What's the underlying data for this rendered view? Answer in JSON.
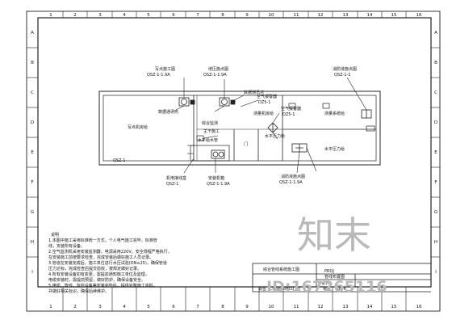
{
  "frame": {
    "top_numbers": [
      "1",
      "2",
      "3",
      "4",
      "5",
      "6",
      "7",
      "8",
      "9",
      "10",
      "11",
      "12",
      "13",
      "14",
      "15",
      "16"
    ],
    "bottom_numbers": [
      "1",
      "2",
      "3",
      "4",
      "5",
      "6",
      "7",
      "8",
      "9",
      "10",
      "11",
      "12",
      "13",
      "14",
      "15",
      "16"
    ],
    "left_letters": [
      "A",
      "B",
      "C",
      "D",
      "E",
      "F",
      "G",
      "H",
      "I"
    ],
    "right_letters": [
      "A",
      "B",
      "C",
      "D",
      "E",
      "F",
      "G",
      "H",
      "I"
    ]
  },
  "callouts": {
    "c1": {
      "l1": "写点施工图",
      "l2": "QSZ-1-1.9A"
    },
    "c2": {
      "l1": "增压施点图",
      "l2": "QSZ-1-1.9A"
    },
    "c3": {
      "l1": "数据通讯点",
      "l2": ""
    },
    "c4": {
      "l1": "数据通讯点",
      "l2": ""
    },
    "c5": {
      "l1": "机电接线盒",
      "l2": "QSZ-1"
    },
    "c6": {
      "l1": "安装机箱",
      "l2": "QSZ-1-1.9A"
    },
    "c7": {
      "l1": "空气报警器",
      "l2": "DZ5-1"
    },
    "c8": {
      "l1": "空气报警器",
      "l2": "DZ5-1"
    },
    "c9": {
      "l1": "消防液施点图",
      "l2": "QSZ-1-1.9A"
    },
    "c10": {
      "l1": "消防液施点图",
      "l2": "QSZ-1-1"
    }
  },
  "rooms": {
    "r1": "写点机房给",
    "r2": "综合监测",
    "r3": "主干施工",
    "r4": "测量机房给",
    "r5": "水平给水管",
    "r6": "水平压力给",
    "r7": "测量系统给",
    "r8": "门",
    "r9": "水平压力给",
    "r10": "QSZ-1"
  },
  "notes": {
    "heading": "说明",
    "lines": [
      "1.本图中施工采用标准统一方式，个人电气施工完毕，标准管",
      "  线，安装所有设备。",
      "2.空气监测机采用安装监测器，电源采用220V，安全规程严格执行，",
      "  在安装施工前按要求检查，完成安装后做好施工人员记录。",
      "3.管道在安装完成后，施工单位进行水压试验(DN≤25)，确保管道",
      "  压力达标，完成检查后提交验收，按规定做好记录。",
      "4.所有安装设备如有变更，需提前通知施工单位及监理，",
      "  电缆安装时，需提前预留，做好防护，确保设备安全。",
      "5.电缆、管线、监控设备等安装完毕后，提供完整施工资料，",
      "  并做好相关标识，确保后续维护。"
    ]
  },
  "title_block": {
    "project": "综合管线系统施工图",
    "drawing": "管线布置图",
    "proj_label": "PROJ",
    "design_label": "设计",
    "approved_label": "审定",
    "approved_en": "APPR",
    "confirmed_label": "会签",
    "confirmed_en": "CONFIRMED BY"
  },
  "watermark": {
    "brand": "知末",
    "id_text": "ID:167265116"
  }
}
